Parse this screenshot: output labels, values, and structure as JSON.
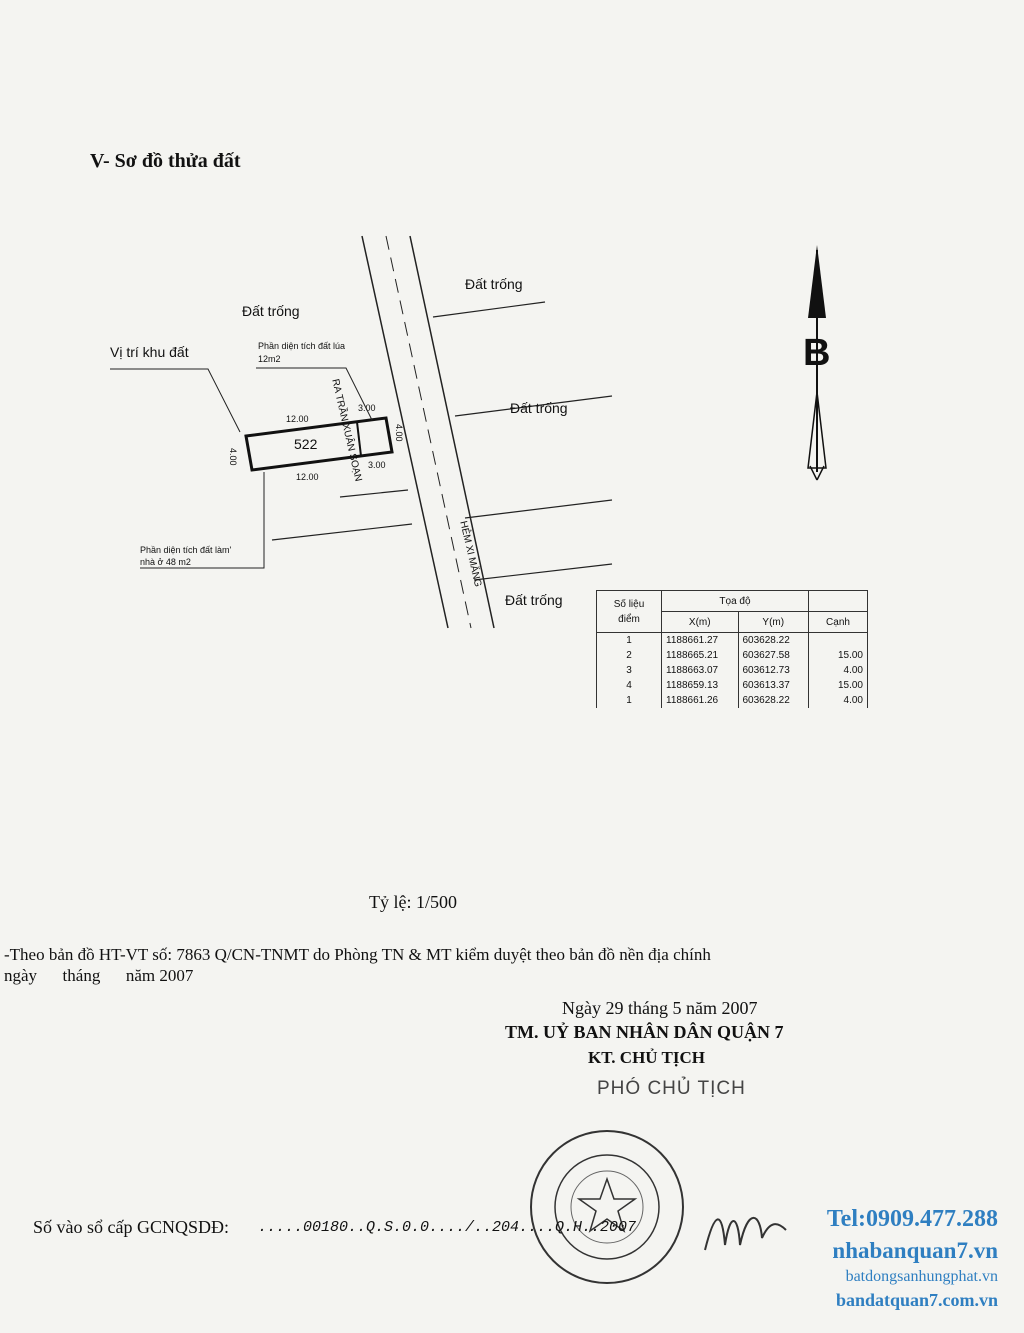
{
  "section_title": "V- Sơ đồ thửa đất",
  "map": {
    "labels": {
      "vacant_top_left": "Đất trống",
      "vacant_top_right": "Đất trống",
      "vacant_mid_right": "Đất trống",
      "vacant_bottom_right": "Đất trống",
      "site_location": "Vị trí khu đất",
      "rice_area_line1": "Phần diện tích đất lúa",
      "rice_area_line2": "12m2",
      "house_area_line1": "Phần diện tích đất làm'",
      "house_area_line2": "nhà ở 48 m2",
      "road_name_1": "RA TRẦN XUÂN SOẠN",
      "road_name_2": "HẺM XI MĂNG",
      "parcel_number": "522",
      "dim_top_long": "12.00",
      "dim_top_short": "3.00",
      "dim_bottom_long": "12.00",
      "dim_bottom_short": "3.00",
      "dim_left": "4.00",
      "dim_right": "4.00",
      "north_letter": "B"
    }
  },
  "coord_table": {
    "header_point_1": "Số liệu",
    "header_point_2": "điểm",
    "header_coord": "Tọa độ",
    "header_x": "X(m)",
    "header_y": "Y(m)",
    "header_edge": "Cạnh",
    "rows": [
      {
        "point": "1",
        "x": "1188661.27",
        "y": "603628.22",
        "edge": ""
      },
      {
        "point": "2",
        "x": "1188665.21",
        "y": "603627.58",
        "edge": "15.00"
      },
      {
        "point": "3",
        "x": "1188663.07",
        "y": "603612.73",
        "edge": "4.00"
      },
      {
        "point": "4",
        "x": "1188659.13",
        "y": "603613.37",
        "edge": "15.00"
      },
      {
        "point": "1",
        "x": "1188661.26",
        "y": "603628.22",
        "edge": "4.00"
      }
    ]
  },
  "scale": "Tỷ lệ: 1/500",
  "note_line1": "-Theo bản đồ HT-VT số: 7863 Q/CN-TNMT do Phòng TN & MT kiểm duyệt theo bản đồ nền địa chính",
  "note_line2": "ngày      tháng      năm 2007",
  "signature": {
    "date": "Ngày 29 tháng 5 năm 2007",
    "org": "TM. UỶ BAN NHÂN DÂN  QUẬN 7",
    "title": "KT. CHỦ TỊCH",
    "stamp_title": "PHÓ CHỦ TỊCH"
  },
  "registry_label": "Số vào sổ cấp GCNQSDĐ:",
  "registry_value": ".....00180..Q.S.0.0..../..204....Q.H..2007",
  "watermark": {
    "phone": "Tel:0909.477.288",
    "site1": "nhabanquan7.vn",
    "site2": "batdongsanhungphat.vn",
    "site3": "bandatquan7.com.vn"
  }
}
